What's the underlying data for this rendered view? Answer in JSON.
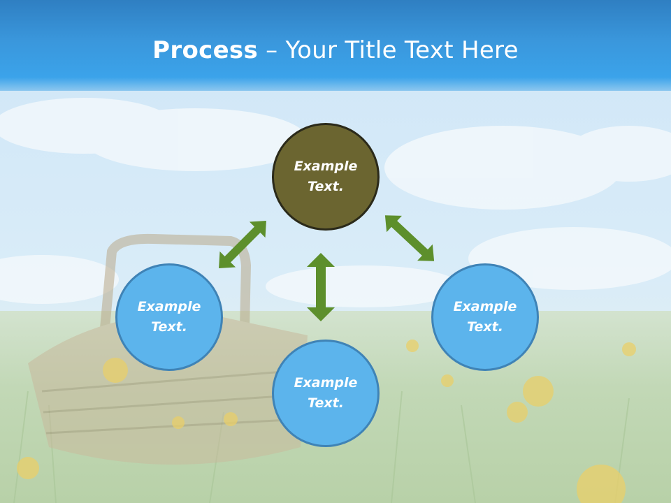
{
  "slide": {
    "title_bold": "Process",
    "title_rest": " – Your Title Text Here"
  },
  "diagram": {
    "nodes": [
      {
        "id": "top",
        "text": "Example\nText."
      },
      {
        "id": "left",
        "text": "Example\nText."
      },
      {
        "id": "right",
        "text": "Example\nText."
      },
      {
        "id": "bottom",
        "text": "Example\nText."
      }
    ]
  },
  "colors": {
    "header_blue": "#3a97dc",
    "top_node_fill": "#6b6530",
    "node_fill": "#5cb4ec",
    "node_border": "#3f83b6",
    "arrow": "#5d8f2c"
  },
  "icons": [
    "double-arrow-icon"
  ]
}
